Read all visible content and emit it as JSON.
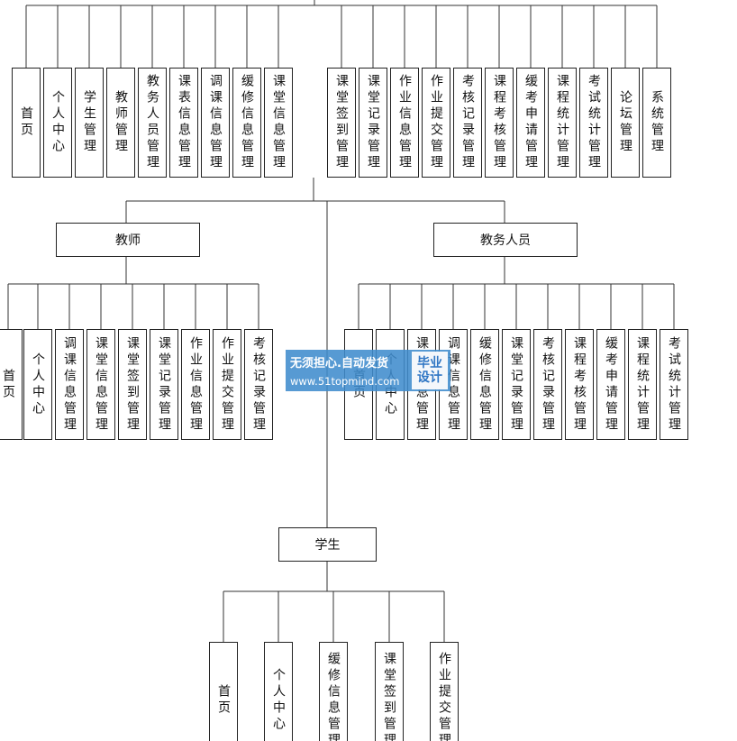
{
  "admin_modules": [
    "首页",
    "个人中心",
    "学生管理",
    "教师管理",
    "教务人员管理",
    "课表信息管理",
    "调课信息管理",
    "缓修信息管理",
    "课堂信息管理",
    "课堂签到管理",
    "课堂记录管理",
    "作业信息管理",
    "作业提交管理",
    "考核记录管理",
    "课程考核管理",
    "缓考申请管理",
    "课程统计管理",
    "考试统计管理",
    "论坛管理",
    "系统管理"
  ],
  "teacher": {
    "label": "教师",
    "modules": [
      "首页",
      "个人中心",
      "调课信息管理",
      "课堂信息管理",
      "课堂签到管理",
      "课堂记录管理",
      "作业信息管理",
      "作业提交管理",
      "考核记录管理"
    ]
  },
  "staff": {
    "label": "教务人员",
    "modules": [
      "首页",
      "个人中心",
      "课表信息管理",
      "调课信息管理",
      "缓修信息管理",
      "课堂记录管理",
      "考核记录管理",
      "课程考核管理",
      "缓考申请管理",
      "课程统计管理",
      "考试统计管理"
    ]
  },
  "student": {
    "label": "学生",
    "modules": [
      "首页",
      "个人中心",
      "缓修信息管理",
      "课堂签到管理",
      "作业提交管理"
    ]
  },
  "watermark": {
    "line1": "无须担心.自动发货",
    "line2": "www.51topmind.com",
    "badge_line1": "毕业",
    "badge_line2": "设计"
  }
}
